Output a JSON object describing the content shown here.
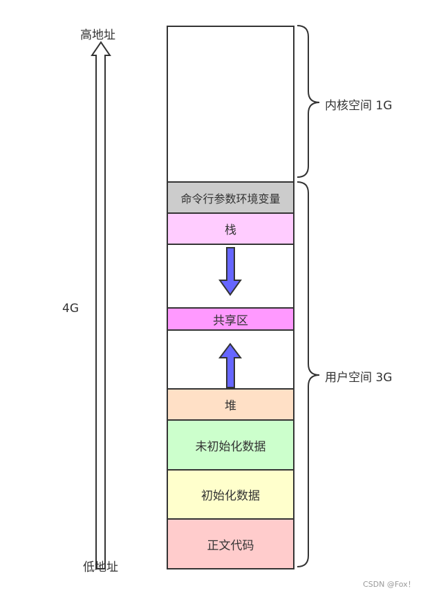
{
  "labels": {
    "high_address": "高地址",
    "low_address": "低地址",
    "total_size": "4G",
    "kernel_space": "内核空间 1G",
    "user_space": "用户空间 3G"
  },
  "segments": [
    {
      "id": "kernel",
      "label": "",
      "color": "#ffffff"
    },
    {
      "id": "cmdline-env",
      "label": "命令行参数环境变量",
      "color": "#cccccc"
    },
    {
      "id": "stack",
      "label": "栈",
      "color": "#ffccff"
    },
    {
      "id": "gap-1",
      "label": "",
      "color": "#ffffff"
    },
    {
      "id": "shared",
      "label": "共享区",
      "color": "#ff99ff"
    },
    {
      "id": "gap-2",
      "label": "",
      "color": "#ffffff"
    },
    {
      "id": "heap",
      "label": "堆",
      "color": "#ffe0c6"
    },
    {
      "id": "bss",
      "label": "未初始化数据",
      "color": "#ccffcc"
    },
    {
      "id": "data",
      "label": "初始化数据",
      "color": "#ffffcc"
    },
    {
      "id": "text",
      "label": "正文代码",
      "color": "#ffcccc"
    }
  ],
  "colors": {
    "stroke": "#333333",
    "arrow_fill": "#6666ff"
  },
  "watermark": "CSDN @Fox！"
}
